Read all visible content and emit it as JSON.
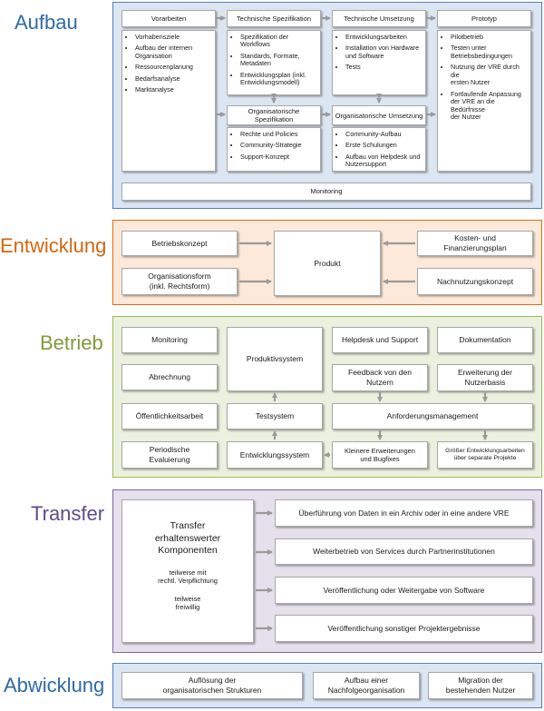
{
  "phases": {
    "aufbau": "Aufbau",
    "entwicklung": "Entwicklung",
    "betrieb": "Betrieb",
    "transfer": "Transfer",
    "abwicklung": "Abwicklung"
  },
  "colors": {
    "aufbau_fill": "#dce6f2",
    "aufbau_border": "#4f81bd",
    "aufbau_text": "#2e6aa6",
    "entwicklung_fill": "#fde9d9",
    "entwicklung_border": "#e46c0a",
    "entwicklung_text": "#d4660f",
    "betrieb_fill": "#ebf1de",
    "betrieb_border": "#9bbb59",
    "betrieb_text": "#7f9b3c",
    "transfer_fill": "#e5e0ec",
    "transfer_border": "#8064a2",
    "transfer_text": "#5f4a8b",
    "abwicklung_fill": "#dce6f2",
    "abwicklung_border": "#4f81bd",
    "abwicklung_text": "#2e6aa6"
  },
  "aufbau": {
    "vorarbeiten": {
      "title": "Vorarbeiten",
      "items": [
        "Vorhabensziele",
        "Aufbau der internen\nOrganisation",
        "Ressourcenplanung",
        "Bedarfsanalyse",
        "Marktanalyse"
      ]
    },
    "tech_spez": {
      "title": "Technische Spezifikation",
      "items": [
        "Spezifikation der\nWorkflows",
        "Standards, Formate,\nMetadaten",
        "Entwicklungsplan (inkl.\nEntwicklungsmodell)"
      ]
    },
    "tech_umsetzung": {
      "title": "Technische Umsetzung",
      "items": [
        "Entwicklungsarbeiten",
        "Installation von Hardware\nund Software",
        "Tests"
      ]
    },
    "prototyp": {
      "title": "Prototyp",
      "items": [
        "Pilotbetrieb",
        "Testen unter\nBetriebsbedingungen",
        "Nutzung der VRE durch die\nersten Nutzer",
        "Fortlaufende Anpassung\nder VRE an die Bedürfnisse\nder Nutzer"
      ]
    },
    "org_spez": {
      "title": "Organisatorische\nSpezifikation",
      "items": [
        "Rechte und Policies",
        "Community-Strategie",
        "Support-Konzept"
      ]
    },
    "org_umsetzung": {
      "title": "Organisatorische Umsetzung",
      "items": [
        "Community-Aufbau",
        "Erste Schulungen",
        "Aufbau von Helpdesk und\nNutzersupport"
      ]
    },
    "monitoring": "Monitoring"
  },
  "entwicklung": {
    "betriebskonzept": "Betriebskonzept",
    "organisationsform": "Organisationsform\n(inkl. Rechtsform)",
    "produkt": "Produkt",
    "kosten": "Kosten- und\nFinanzierungsplan",
    "nachnutzung": "Nachnutzungskonzept"
  },
  "betrieb": {
    "monitoring": "Monitoring",
    "abrechnung": "Abrechnung",
    "oeffentlichkeit": "Öffentlichkeitsarbeit",
    "evaluierung": "Periodische\nEvaluierung",
    "produktivsystem": "Produktivsystem",
    "testsystem": "Testsystem",
    "entwicklungssystem": "Entwicklungssystem",
    "helpdesk": "Helpdesk und Support",
    "dokumentation": "Dokumentation",
    "feedback": "Feedback von den\nNutzern",
    "erweiterung_nutzer": "Erweiterung der\nNutzerbasis",
    "anforderung": "Anforderungsmanagement",
    "kleinere": "Kleinere Erweiterungen\nund Bugfixes",
    "groesser": "Größer Entwicklungsarbeiten\nüber separate Projekte"
  },
  "transfer": {
    "main_title": "Transfer\nerhaltenswerter\nKomponenten",
    "note1": "teilweise mit\nrechtl. Verpflichtung",
    "note2": "teilweise\nfreiwillig",
    "items": [
      "Überführung von Daten in ein Archiv oder in eine andere VRE",
      "Weiterbetrieb von Services durch Partnerinstitutionen",
      "Veröffentlichung oder Weitergabe von Software",
      "Veröffentlichung sonstiger Projektergebnisse"
    ]
  },
  "abwicklung": {
    "aufloesung": "Auflösung der\norganisatorischen Strukturen",
    "nachfolge": "Aufbau einer\nNachfolgeorganisation",
    "migration": "Migration der\nbestehenden Nutzer"
  }
}
